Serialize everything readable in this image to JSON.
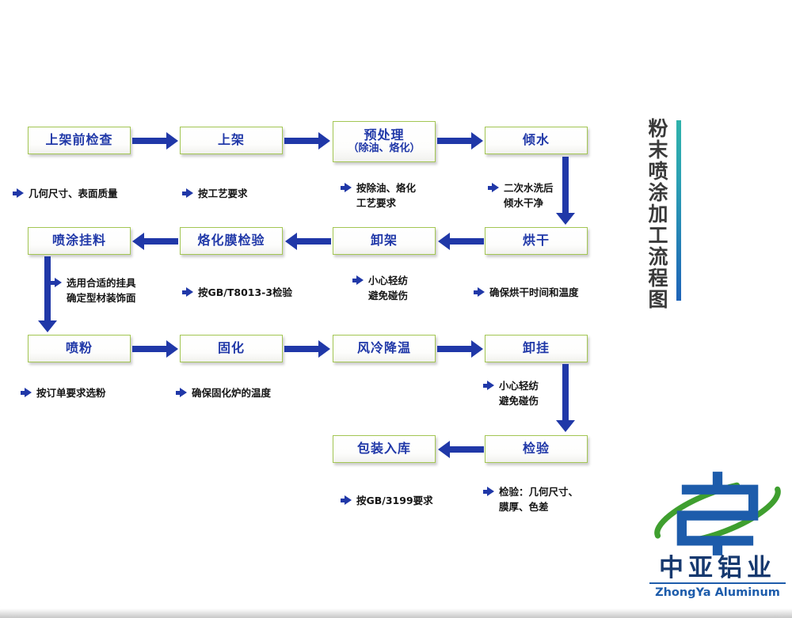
{
  "title": {
    "vertical_text": "粉末喷涂加工流程图"
  },
  "flow": {
    "boxes": [
      {
        "label": "上架前检查"
      },
      {
        "label": "上架"
      },
      {
        "label": "预处理",
        "sublabel": "（除油、烙化）"
      },
      {
        "label": "倾水"
      },
      {
        "label": "喷涂挂料"
      },
      {
        "label": "烙化膜检验"
      },
      {
        "label": "卸架"
      },
      {
        "label": "烘干"
      },
      {
        "label": "喷粉"
      },
      {
        "label": "固化"
      },
      {
        "label": "风冷降温"
      },
      {
        "label": "卸挂"
      },
      {
        "label": "包装入库"
      },
      {
        "label": "检验"
      }
    ],
    "annotations": [
      {
        "lines": [
          "几何尺寸、表面质量"
        ]
      },
      {
        "lines": [
          "按工艺要求"
        ]
      },
      {
        "lines": [
          "按除油、烙化",
          "工艺要求"
        ]
      },
      {
        "lines": [
          "二次水洗后",
          "倾水干净"
        ]
      },
      {
        "lines": [
          "选用合适的挂具",
          "确定型材装饰面"
        ]
      },
      {
        "lines": [
          "按GB/T8013-3检验"
        ]
      },
      {
        "lines": [
          "小心轻纺",
          "避免碰伤"
        ]
      },
      {
        "lines": [
          "确保烘干时间和温度"
        ]
      },
      {
        "lines": [
          "按订单要求选粉"
        ]
      },
      {
        "lines": [
          "确保固化炉的温度"
        ]
      },
      {
        "lines": [
          "小心轻纺",
          "避免碰伤"
        ]
      },
      {
        "lines": [
          "按GB/3199要求"
        ]
      },
      {
        "lines": [
          "检验：几何尺寸、",
          "膜厚、色差"
        ]
      }
    ]
  },
  "logo": {
    "name_cn": "中亚铝业",
    "name_en": "ZhongYa Aluminum"
  },
  "colors": {
    "flow_blue": "#2038a8",
    "box_border_green": "#a3c653",
    "title_bar_teal": "#2fb3ab",
    "title_bar_blue": "#1e63b8",
    "logo_green": "#3f9f2f",
    "logo_blue": "#1d5cab",
    "logo_navy": "#16396f"
  }
}
